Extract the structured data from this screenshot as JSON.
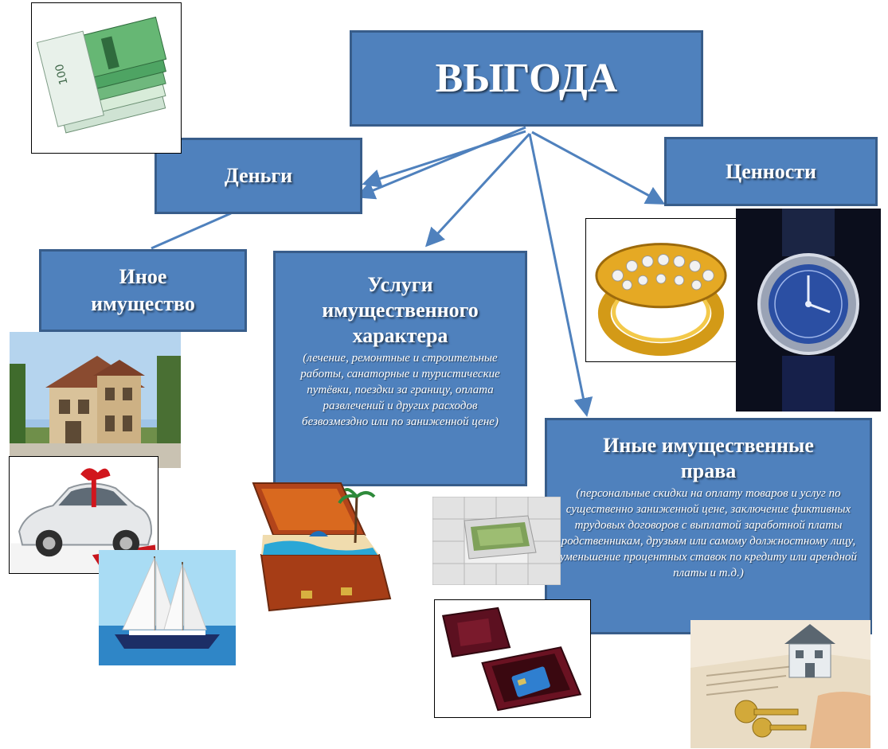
{
  "header": {
    "title": "ВЫГОДА"
  },
  "nodes": {
    "money": "Деньги",
    "valuables": "Ценности",
    "other_property": "Иное имущество",
    "services": {
      "title": "Услуги имущественного характера",
      "note": "(лечение, ремонтные и строительные работы, санаторные и туристические путёвки, поездки за границу, оплата развлечений и других расходов безвозмездно или по заниженной цене)"
    },
    "other_rights": {
      "title": "Иные имущественные права",
      "note": "(персональные скидки на оплату товаров и услуг по существенно заниженной цене, заключение фиктивных трудовых договоров с выплатой заработной платы родственникам, друзьям или самому должностному лицу, уменьшение процентных ставок по кредиту или арендной платы и т.д.)"
    }
  },
  "icons": [
    "banknotes-icon",
    "ring-icon",
    "watch-icon",
    "house-icon",
    "car-icon",
    "yacht-icon",
    "suitcase-icon",
    "drawer-money-icon",
    "gift-box-card-icon",
    "house-keys-icon"
  ],
  "colors": {
    "box_fill": "#4f81bd",
    "box_border": "#385d8a",
    "arrow": "#4f81bd"
  }
}
